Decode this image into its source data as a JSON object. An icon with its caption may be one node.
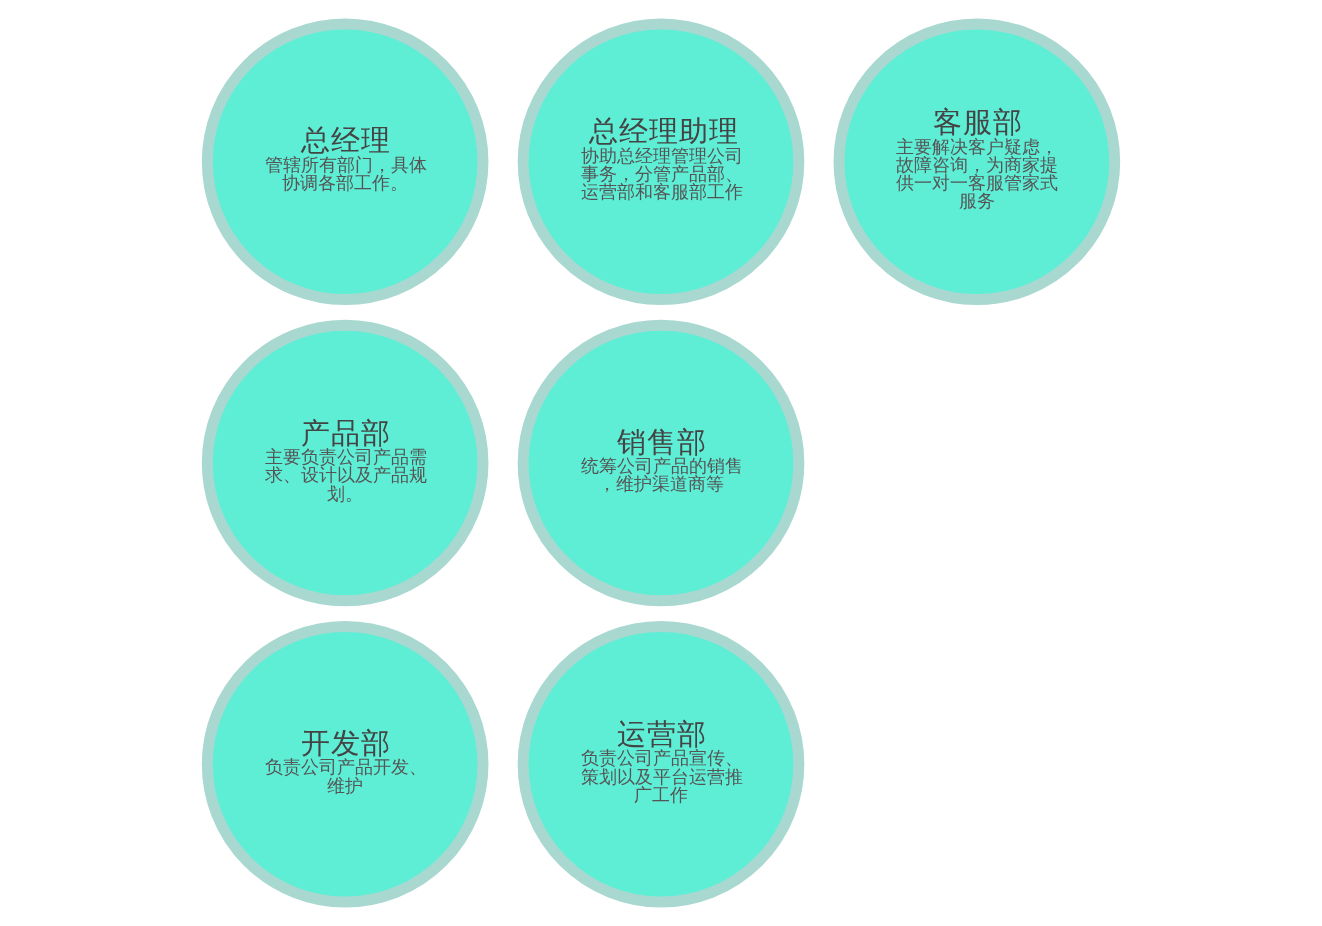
{
  "diagram": {
    "nodes": [
      {
        "text": [
          "总经理",
          "管辖所有部门，具体协调各部工作。"
        ]
      },
      {
        "text": [
          "总经理助理",
          "协助总经理管理公司事务，分管产品部、运营部和客服部工作"
        ]
      },
      {
        "text": [
          "客服部",
          "主要解决客户疑虑，故障咨询，为商家提供一对一客服管家式服务"
        ]
      },
      {
        "text": [
          "产品部",
          "主要负责公司产品需求、设计以及产品规划。"
        ]
      },
      {
        "text": [
          "销售部",
          "统筹公司产品的销售，维护渠道商等"
        ]
      },
      {
        "text": [
          "开发部",
          "负责公司产品开发、维护"
        ]
      },
      {
        "text": [
          "运营部",
          "负责公司产品宣传、策划以及平台运营推广工作"
        ]
      }
    ],
    "edges": []
  }
}
